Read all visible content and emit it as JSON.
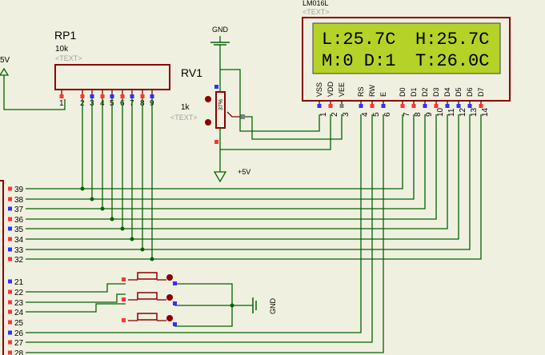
{
  "colors": {
    "background": "#f0f0e0",
    "wire": "#006400",
    "component_body": "#8b0000",
    "pin_red": "#ff3333",
    "pin_blue": "#3030ff",
    "pin_grey": "#808080",
    "lcd_screen": "#b4d228",
    "lcd_text": "#000000"
  },
  "lcd": {
    "part": "LM016L",
    "text_placeholder": "<TEXT>",
    "line1_left": "L:25.7C",
    "line1_right": "H:25.7C",
    "line2_left": "M:0 D:1",
    "line2_right": "T:26.0C",
    "pin_names": [
      "VSS",
      "VDD",
      "VEE",
      "RS",
      "RW",
      "E",
      "D0",
      "D1",
      "D2",
      "D3",
      "D4",
      "D5",
      "D6",
      "D7"
    ],
    "pin_numbers": [
      "1",
      "2",
      "3",
      "4",
      "5",
      "6",
      "7",
      "8",
      "9",
      "10",
      "11",
      "12",
      "13",
      "14"
    ]
  },
  "rp1": {
    "ref": "RP1",
    "value": "10k",
    "text_placeholder": "<TEXT>",
    "pin_numbers": [
      "1",
      "2",
      "3",
      "4",
      "5",
      "6",
      "7",
      "8",
      "9"
    ]
  },
  "rv1": {
    "ref": "RV1",
    "value": "1k",
    "text_placeholder": "<TEXT>",
    "percent": "37%"
  },
  "power": {
    "gnd_top": "GND",
    "vcc_bottom": "+5V",
    "vcc_left": "5V",
    "gnd_right": "GND"
  },
  "mcu_pins": [
    "39",
    "38",
    "37",
    "36",
    "35",
    "34",
    "33",
    "32",
    "21",
    "22",
    "23",
    "24",
    "25",
    "26",
    "27",
    "28"
  ]
}
